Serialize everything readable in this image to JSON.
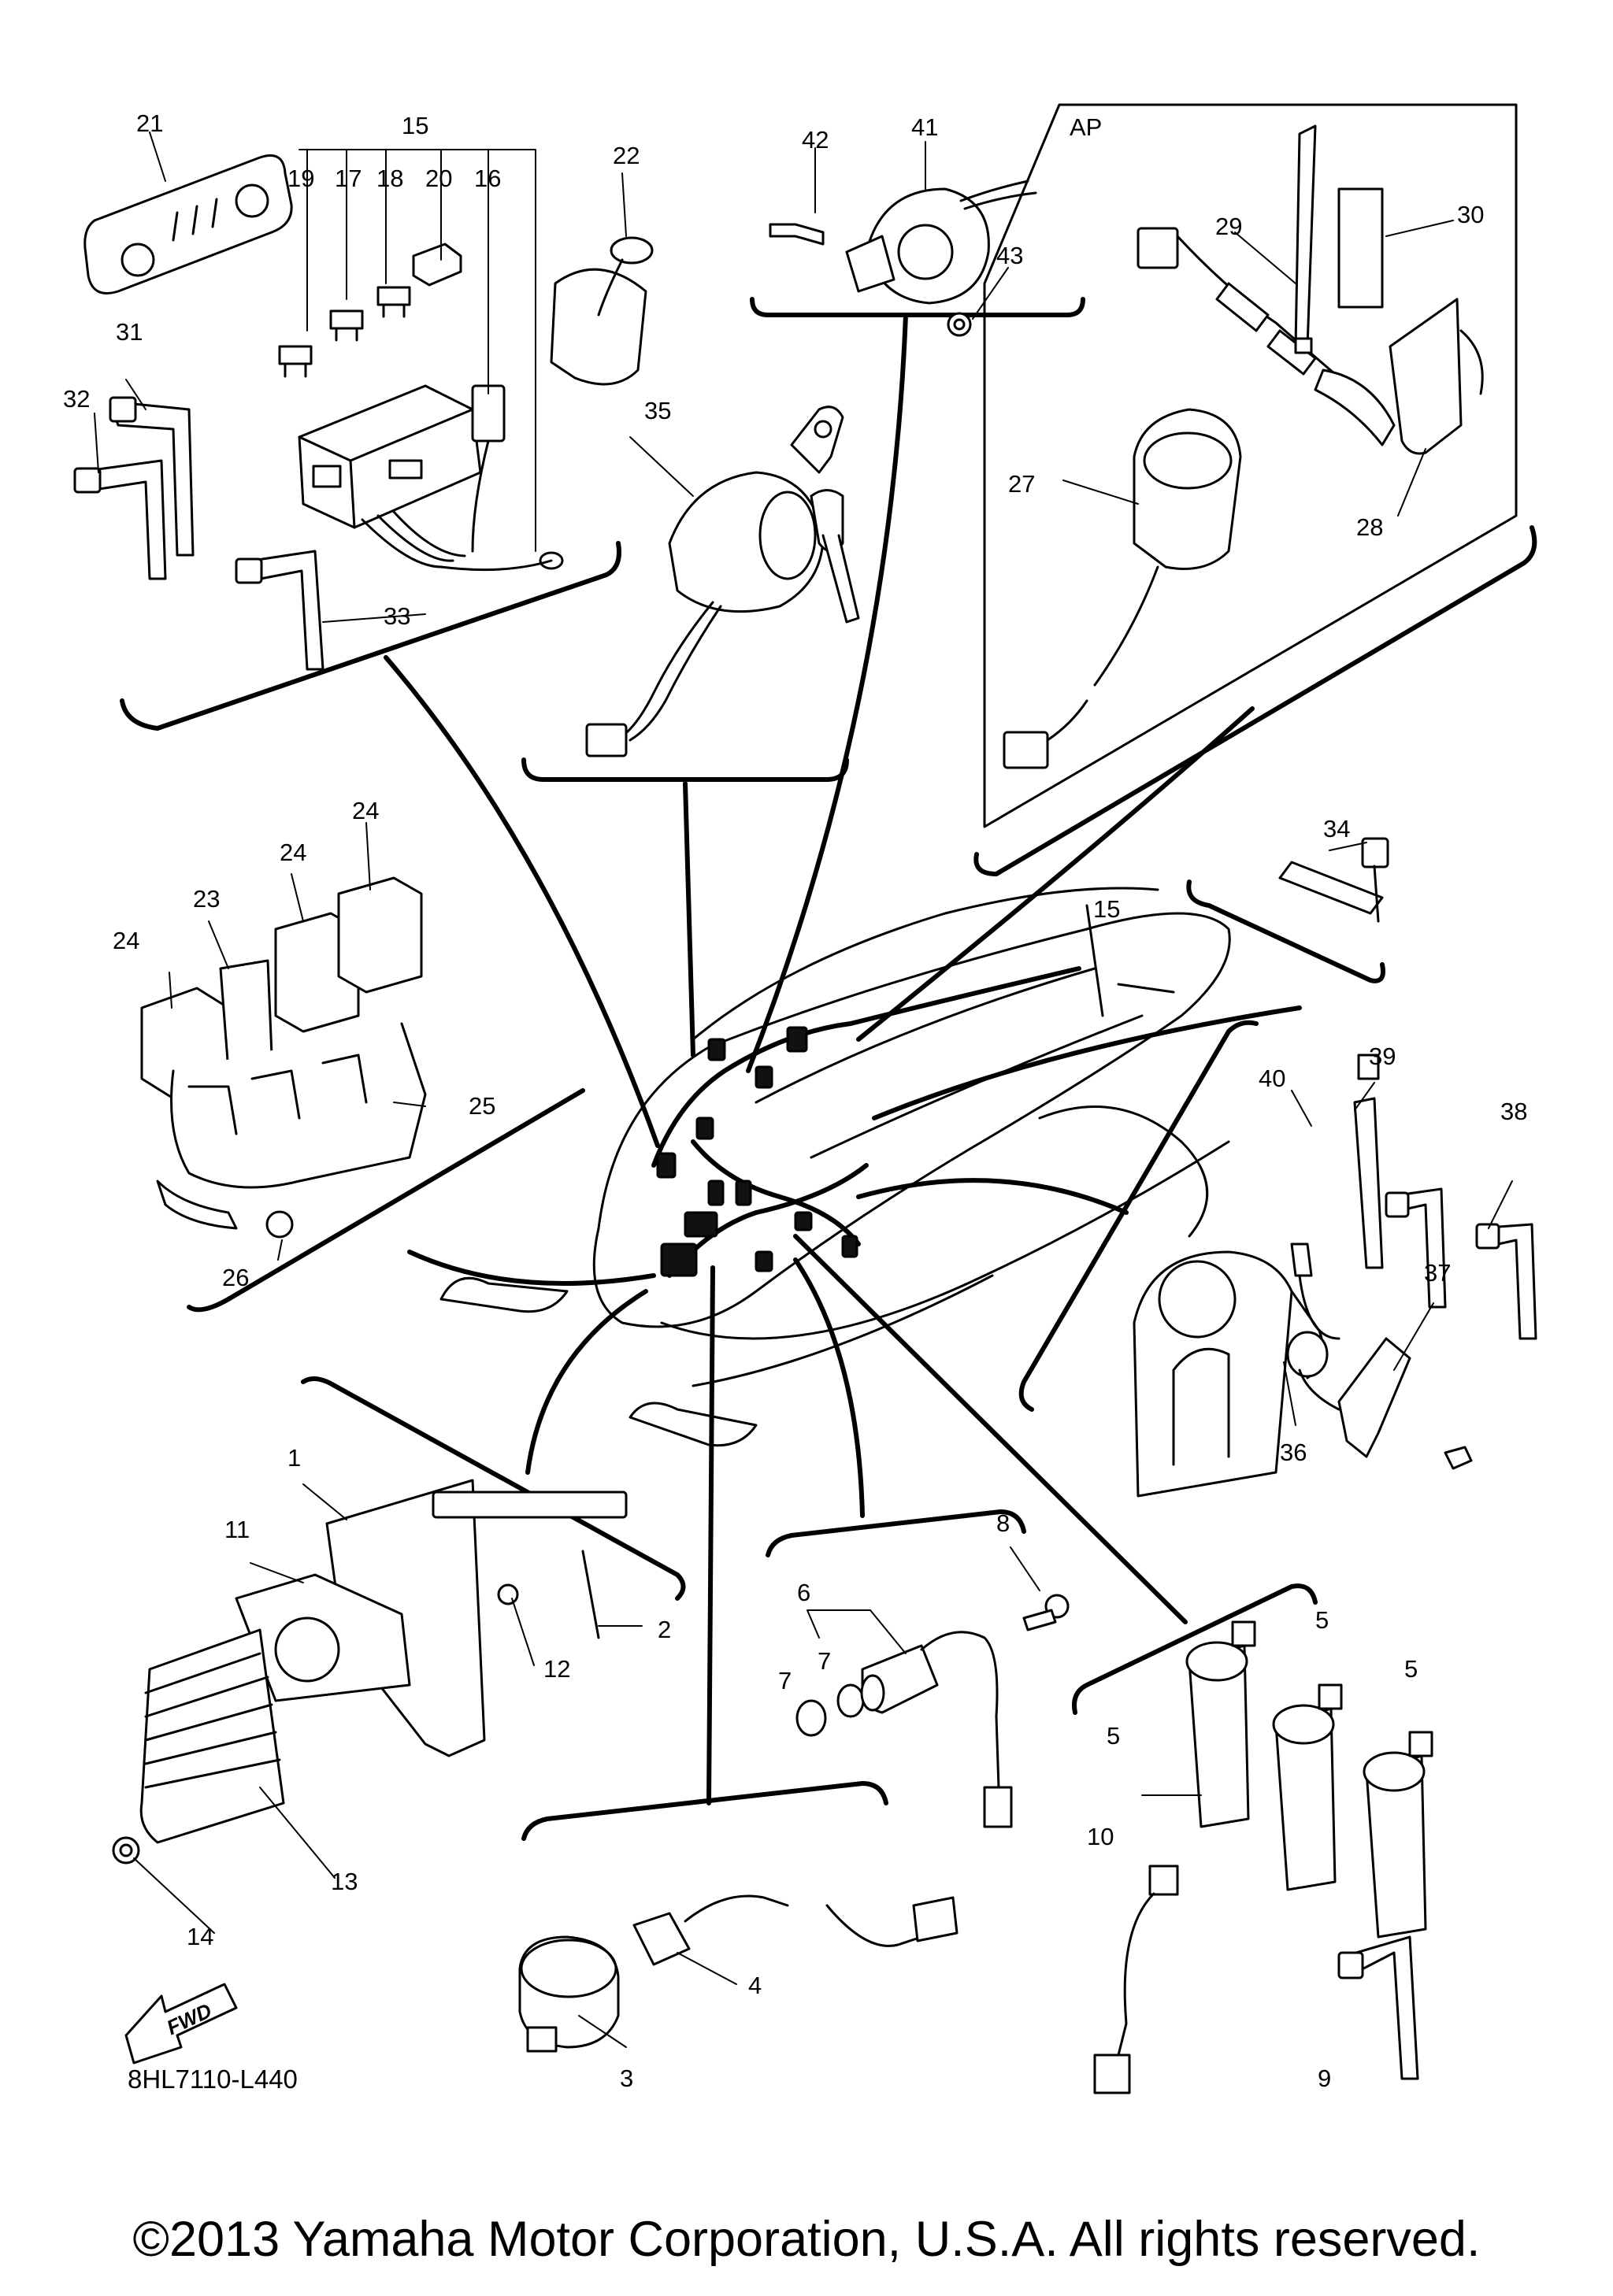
{
  "diagram": {
    "inset_label": "AP",
    "fwd_label": "FWD",
    "part_code": "8HL7110-L440",
    "copyright": "©2013 Yamaha Motor Corporation, U.S.A. All rights reserved.",
    "callouts": {
      "n1": "1",
      "n2": "2",
      "n3": "3",
      "n4": "4",
      "n5a": "5",
      "n5b": "5",
      "n5c": "5",
      "n6": "6",
      "n7a": "7",
      "n7b": "7",
      "n8": "8",
      "n9": "9",
      "n10": "10",
      "n11": "11",
      "n12": "12",
      "n13": "13",
      "n14": "14",
      "n15a": "15",
      "n15b": "15",
      "n16": "16",
      "n17": "17",
      "n18": "18",
      "n19": "19",
      "n20": "20",
      "n21": "21",
      "n22": "22",
      "n23": "23",
      "n24a": "24",
      "n24b": "24",
      "n24c": "24",
      "n25": "25",
      "n26": "26",
      "n27": "27",
      "n28": "28",
      "n29": "29",
      "n30": "30",
      "n31": "31",
      "n32": "32",
      "n33": "33",
      "n34": "34",
      "n35": "35",
      "n36": "36",
      "n37": "37",
      "n38": "38",
      "n39": "39",
      "n40": "40",
      "n41": "41",
      "n42": "42",
      "n43": "43"
    }
  }
}
